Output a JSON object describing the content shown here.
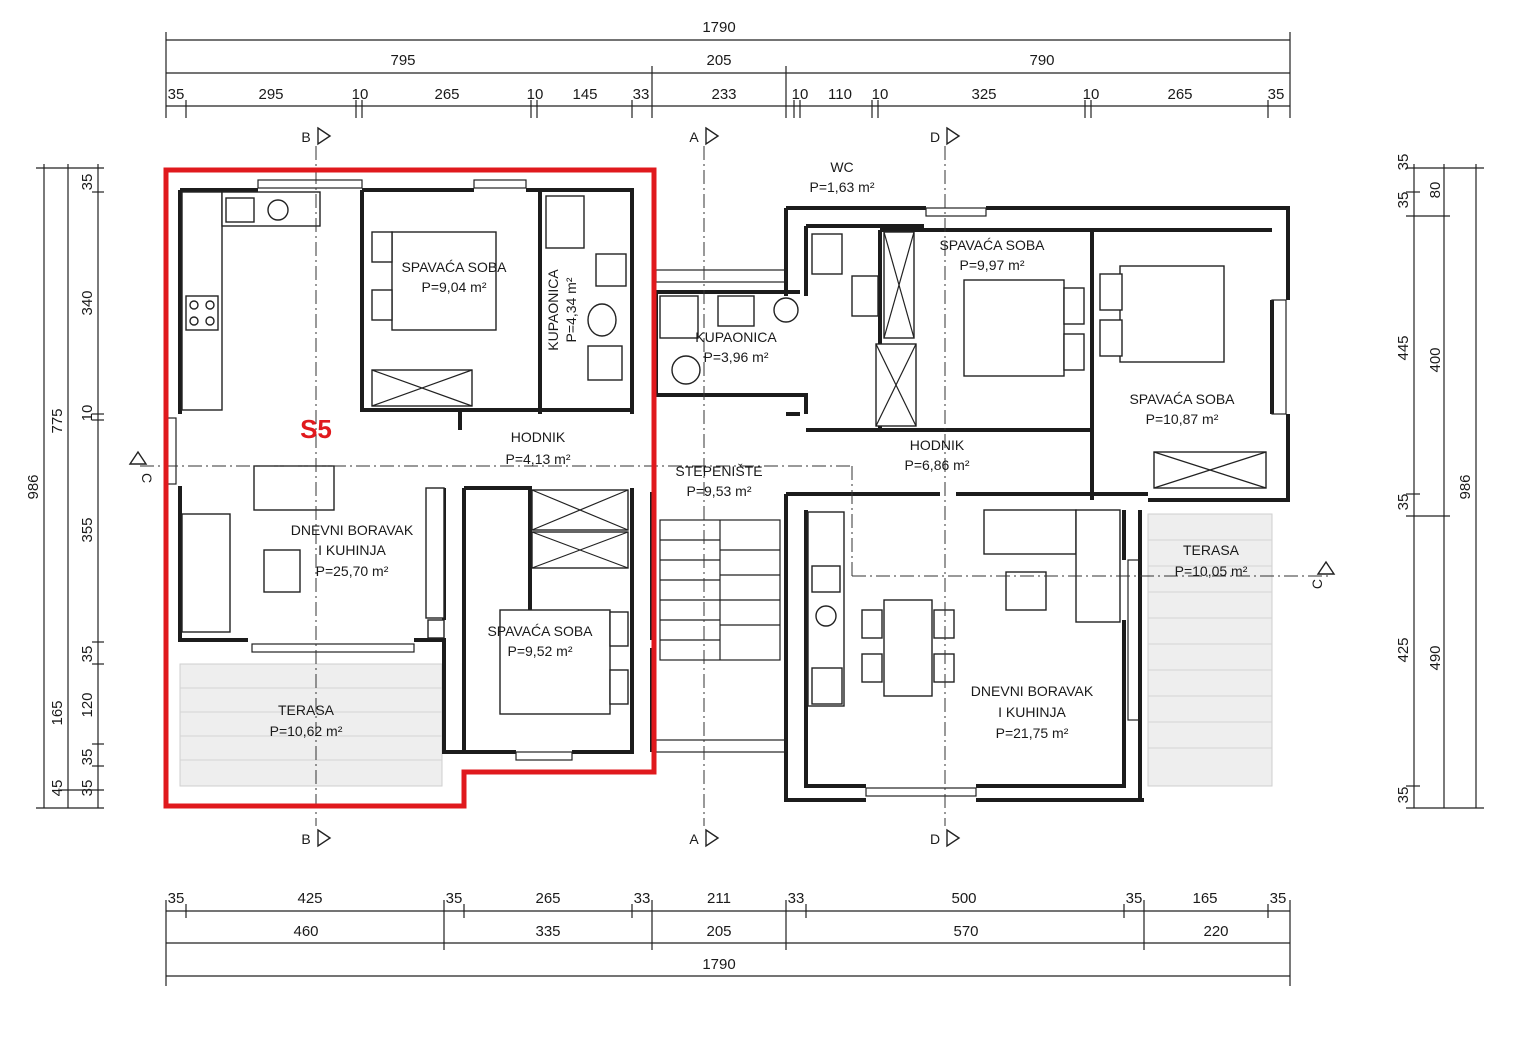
{
  "plan": {
    "unit_label": "S5",
    "accent_color": "#e0191d",
    "rooms": {
      "spavaca_1": {
        "name": "SPAVAĆA SOBA",
        "area": "P=9,04 m²"
      },
      "kupaonica_1": {
        "name": "KUPAONICA",
        "area": "P=4,34 m²"
      },
      "kupaonica_2": {
        "name": "KUPAONICA",
        "area": "P=3,96 m²"
      },
      "wc": {
        "name": "WC",
        "area": "P=1,63 m²"
      },
      "spavaca_2": {
        "name": "SPAVAĆA SOBA",
        "area": "P=9,97 m²"
      },
      "spavaca_3": {
        "name": "SPAVAĆA SOBA",
        "area": "P=10,87 m²"
      },
      "hodnik_1": {
        "name": "HODNIK",
        "area": "P=4,13 m²"
      },
      "stepeniste": {
        "name": "STEPENIŠTE",
        "area": "P=9,53 m²"
      },
      "hodnik_2": {
        "name": "HODNIK",
        "area": "P=6,86 m²"
      },
      "dnevni_1": {
        "name1": "DNEVNI BORAVAK",
        "name2": "I KUHINJA",
        "area": "P=25,70 m²"
      },
      "spavaca_4": {
        "name": "SPAVAĆA SOBA",
        "area": "P=9,52 m²"
      },
      "terasa_1": {
        "name": "TERASA",
        "area": "P=10,62 m²"
      },
      "terasa_2": {
        "name": "TERASA",
        "area": "P=10,05 m²"
      },
      "dnevni_2": {
        "name1": "DNEVNI BORAVAK",
        "name2": "I KUHINJA",
        "area": "P=21,75 m²"
      }
    },
    "sections": [
      "A",
      "B",
      "C",
      "D"
    ]
  },
  "dims": {
    "top_total": "1790",
    "top_mid": [
      "795",
      "205",
      "790"
    ],
    "top_detail": [
      "35",
      "295",
      "10",
      "265",
      "10",
      "145",
      "33",
      "233",
      "10",
      "110",
      "10",
      "325",
      "10",
      "265",
      "35"
    ],
    "bottom_detail": [
      "35",
      "425",
      "35",
      "265",
      "33",
      "211",
      "33",
      "500",
      "35",
      "165",
      "35"
    ],
    "bottom_mid": [
      "460",
      "335",
      "205",
      "570",
      "220"
    ],
    "bottom_total": "1790",
    "left_total": "986",
    "left_mid": [
      "775",
      "165"
    ],
    "left_detail": [
      "35",
      "340",
      "10",
      "355",
      "35",
      "120",
      "35",
      "45",
      "35"
    ],
    "right_total": "986",
    "right_mid": [
      "80",
      "400",
      "490"
    ],
    "right_detail": [
      "35",
      "35",
      "445",
      "35",
      "425",
      "35"
    ]
  }
}
